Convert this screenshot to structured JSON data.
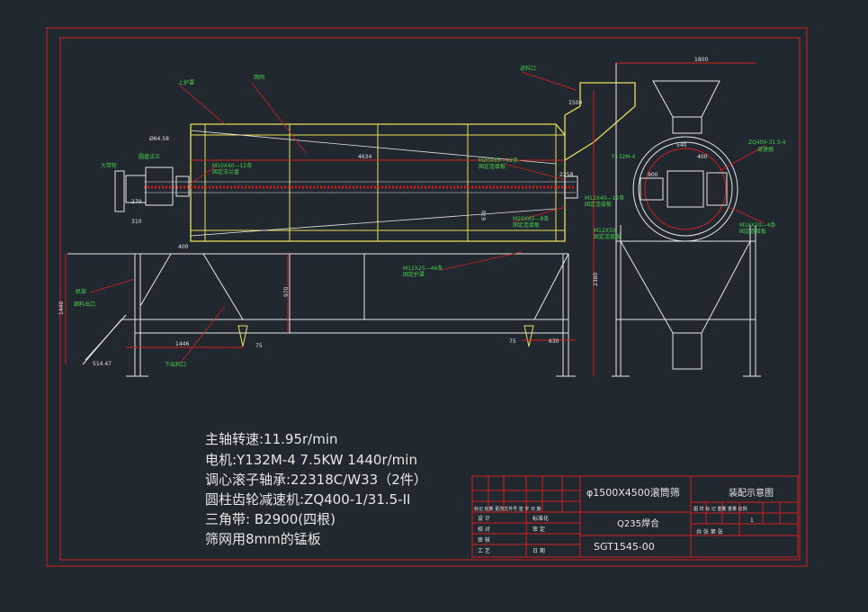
{
  "specs": [
    "主轴转速:11.95r/min",
    "电机:Y132M-4  7.5KW 1440r/min",
    "调心滚子轴承:22318C/W33（2件）",
    "圆柱齿轮减速机:ZQ400-1/31.5-II",
    "三角带: B2900(四根)",
    "筛网用8mm的锰板"
  ],
  "title_block": {
    "product_name": "φ1500X4500滚筒筛",
    "material": "Q235焊合",
    "drawing_no": "SGT1545-00",
    "drawing_title": "装配示意图",
    "hdr_left": "标记 处数  更改文件号 签 字 日 期",
    "sheet_hdr": "图 样 标 记     重量  重量 比例",
    "scale_val": "1",
    "sheet_line": "共   张        第    张",
    "design": "设 计",
    "check": "校 对",
    "review": "审 核",
    "process": "工 艺",
    "standard": "标准化",
    "approve": "审 定",
    "date": "日 期"
  },
  "dimensions": {
    "top_width": "1800",
    "body_len": "4634",
    "d400": "400",
    "d1500": "1500",
    "d2380": "2380",
    "d1440": "1440",
    "d1446": "1446",
    "d970": "970",
    "d670": "670",
    "d75": "75",
    "d630": "630",
    "d75b": "75",
    "d540": "540",
    "d2258": "2258",
    "d270": "270",
    "d310": "310",
    "d400b": "400",
    "d900": "900",
    "d1447": "514.47",
    "d_564": "Ø64.58"
  },
  "labels": {
    "bolt1": "M10X40—12条",
    "bolt2": "M20X65—12条",
    "bolt3": "M20X65—8条",
    "bolt4": "M12X40—12条",
    "bolt5": "M12X25—46条",
    "bolt6": "M16X20—4条",
    "bolt7": "M12X50",
    "bolt8": "Y132M-4",
    "bolt9": "ZQ400-31.5-II",
    "upper_cover": "上护罩",
    "screen": "筛网",
    "feed_port": "进料口",
    "frame": "机架",
    "fine_outlet": "细料出口",
    "coarse_outlet": "下出料口",
    "motor_label": "大带轮",
    "side_lbl1": "固定法兰盘",
    "side_lbl2": "圆盘法兰",
    "side_lbl3": "固定连接板",
    "side_lbl4": "固定连接板",
    "side_lbl5": "固定护罩",
    "side_lbl6": "固定连接板",
    "side_lbl7": "固定连接板",
    "side_lbl8": "减速器",
    "side_lbl9": "固定连接板"
  }
}
